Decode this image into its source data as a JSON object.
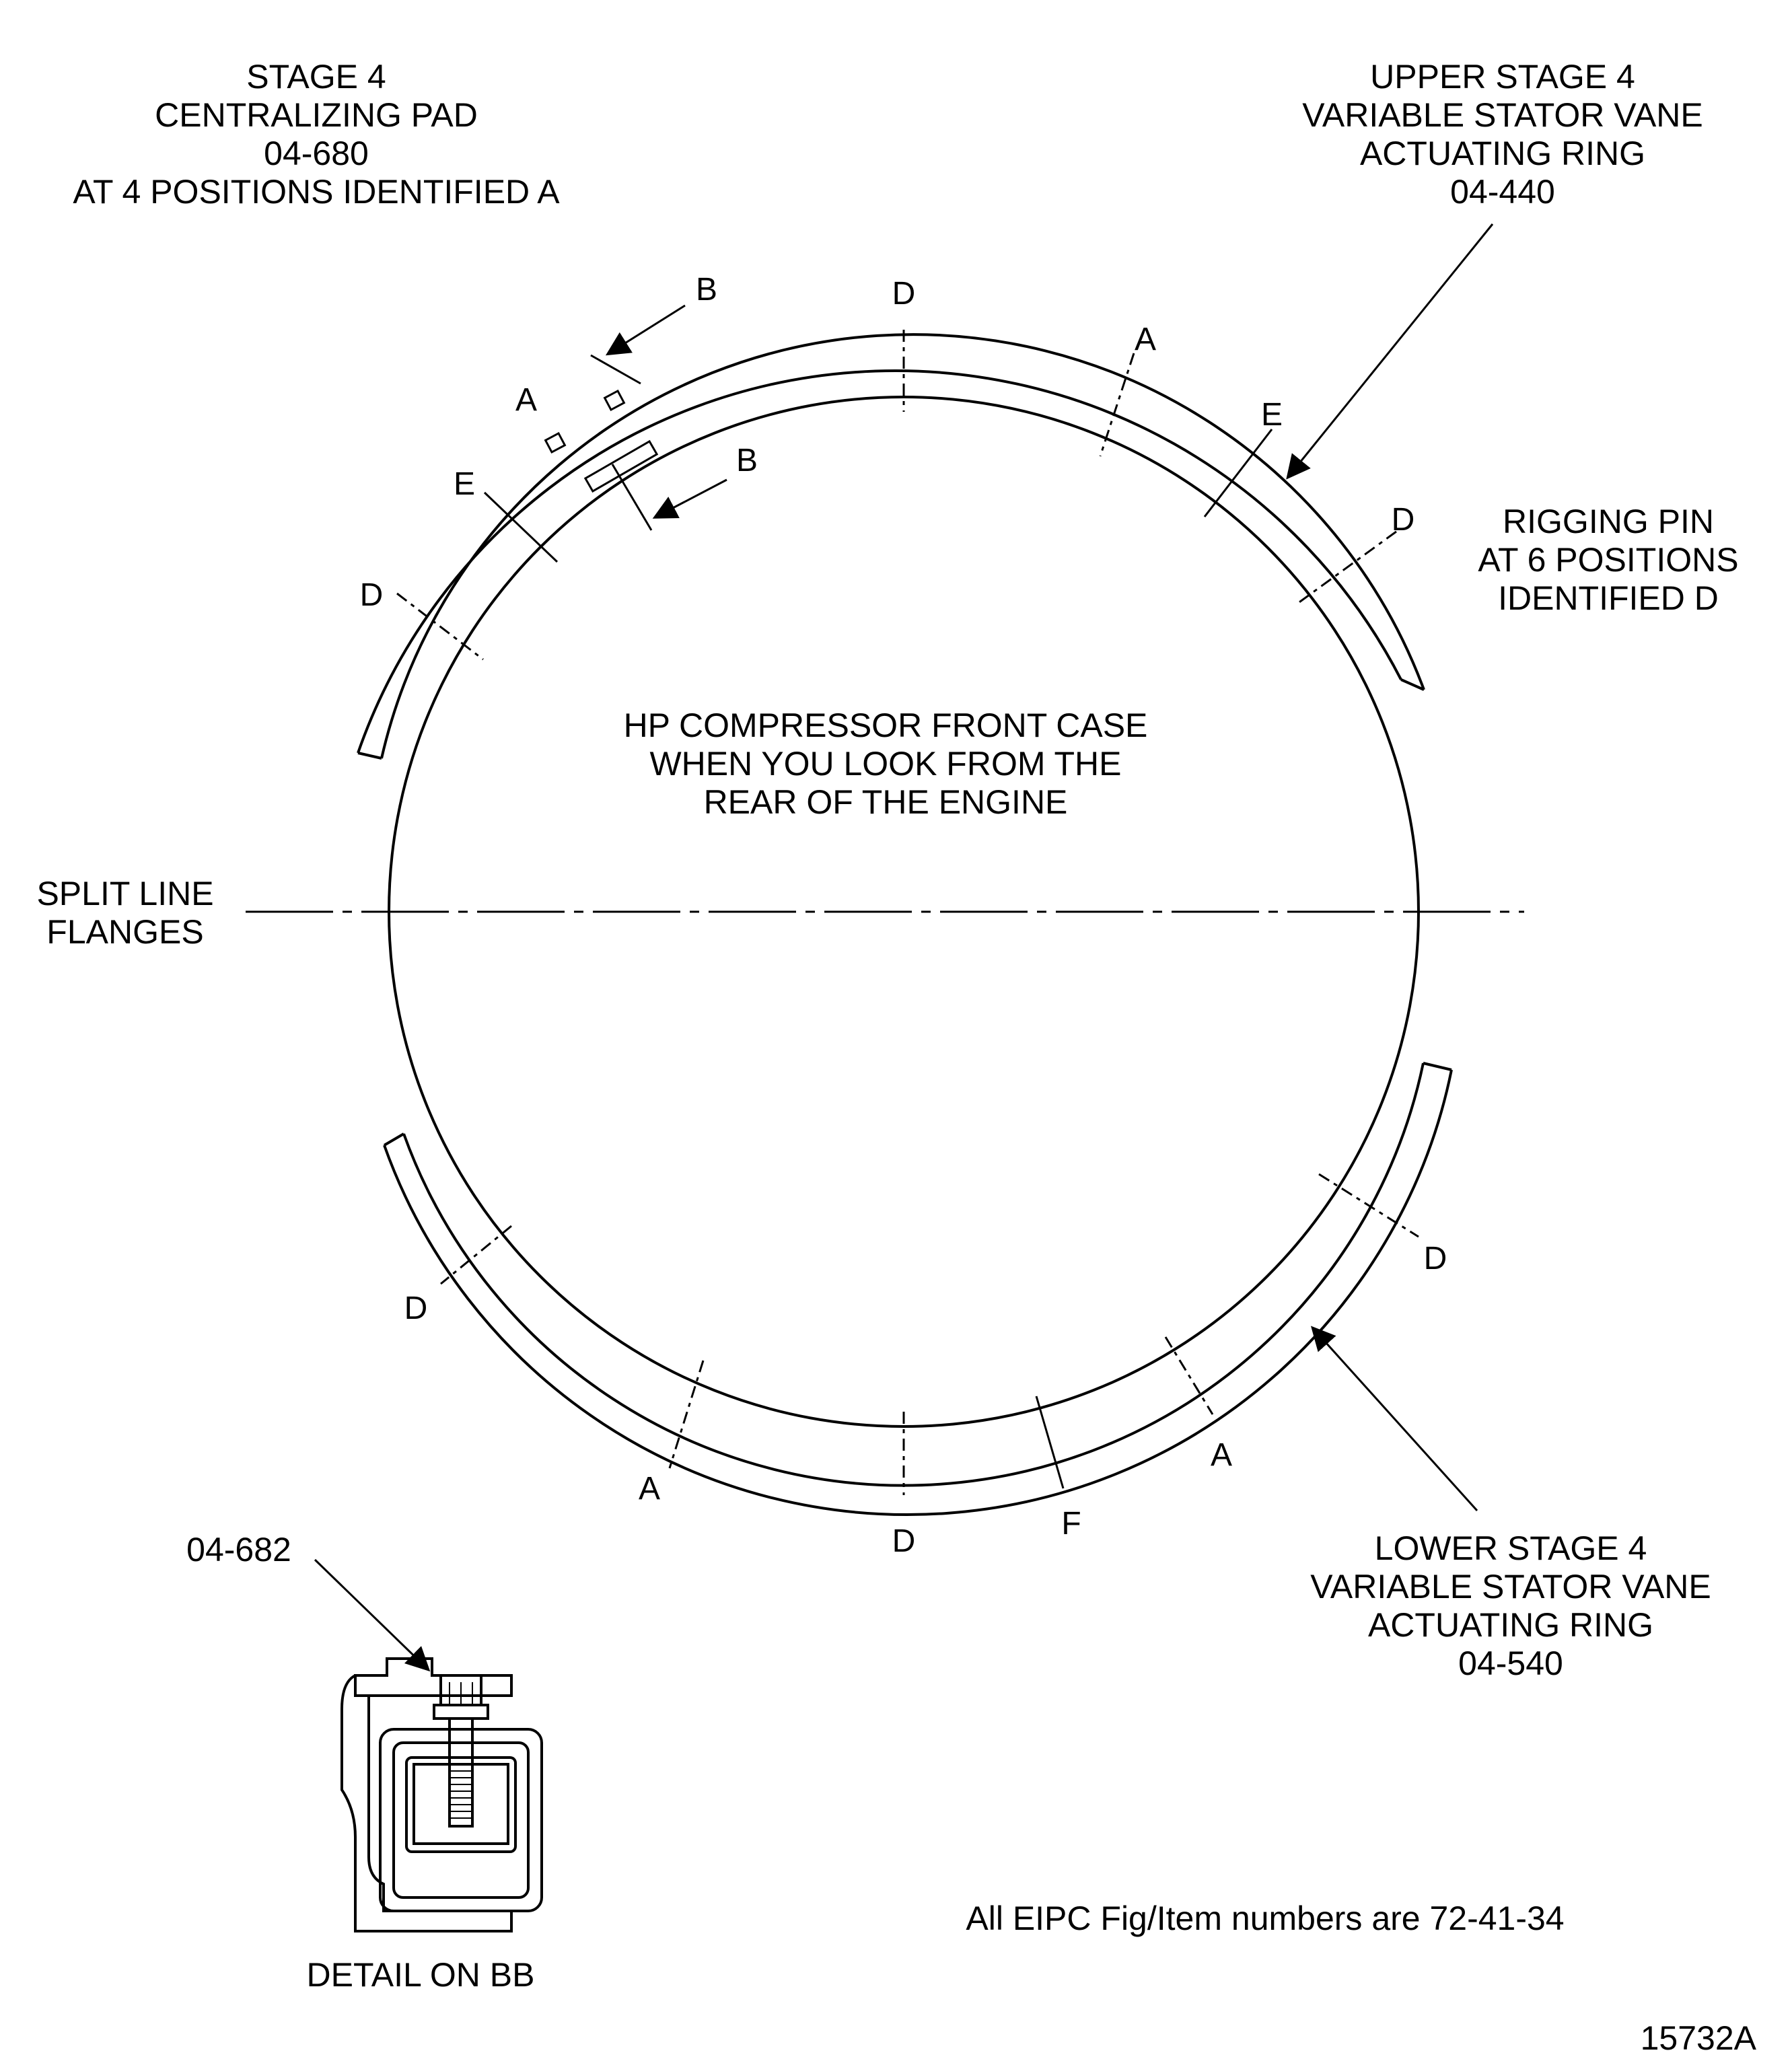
{
  "labels": {
    "centralizing_pad": [
      "STAGE 4",
      "CENTRALIZING  PAD",
      "04-680",
      "AT 4 POSITIONS  IDENTIFIED A"
    ],
    "upper_ring": [
      "UPPER STAGE 4",
      "VARIABLE STATOR VANE",
      "ACTUATING RING",
      "04-440"
    ],
    "rigging_pin": [
      "RIGGING PIN",
      "AT 6 POSITIONS",
      "IDENTIFIED  D"
    ],
    "case": [
      "HP COMPRESSOR FRONT CASE",
      "WHEN YOU LOOK FROM THE",
      "REAR OF THE ENGINE"
    ],
    "split_line": [
      "SPLIT LINE",
      "FLANGES"
    ],
    "lower_ring": [
      "LOWER STAGE 4",
      "VARIABLE STATOR VANE",
      "ACTUATING RING",
      "04-540"
    ],
    "bolt_part": "04-682",
    "detail": "DETAIL ON BB",
    "eipc_note": "All EIPC  Fig/Item numbers are  72-41-34",
    "figure_id": "15732A"
  },
  "markers": {
    "A": "A",
    "B": "B",
    "D": "D",
    "E": "E",
    "F": "F"
  }
}
